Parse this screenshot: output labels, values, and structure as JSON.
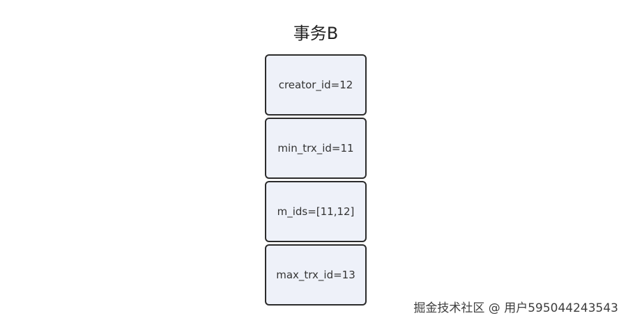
{
  "diagram": {
    "title": "事务B",
    "boxes": [
      {
        "label": "creator_id=12"
      },
      {
        "label": "min_trx_id=11"
      },
      {
        "label": "m_ids=[11,12]"
      },
      {
        "label": "max_trx_id=13"
      }
    ]
  },
  "watermark": {
    "text": "掘金技术社区 @ 用户595044243543"
  },
  "colors": {
    "box_fill": "#eef1f9",
    "box_border": "#2b2b2b",
    "text": "#333333"
  }
}
